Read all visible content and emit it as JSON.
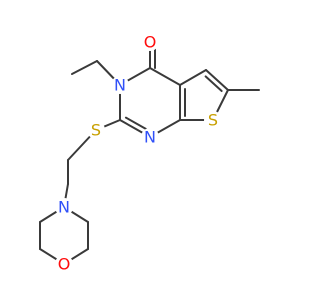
{
  "molecule": {
    "atoms": [
      {
        "id": "O1",
        "symbol": "O",
        "color": "#ff0d0d"
      },
      {
        "id": "N3",
        "symbol": "N",
        "color": "#3050f8"
      },
      {
        "id": "N1",
        "symbol": "N",
        "color": "#3050f8"
      },
      {
        "id": "S_ring",
        "symbol": "S",
        "color": "#c8a000"
      },
      {
        "id": "S_chain",
        "symbol": "S",
        "color": "#c8a000"
      },
      {
        "id": "N_morph",
        "symbol": "N",
        "color": "#3050f8"
      },
      {
        "id": "O_morph",
        "symbol": "O",
        "color": "#ff0d0d"
      }
    ]
  }
}
